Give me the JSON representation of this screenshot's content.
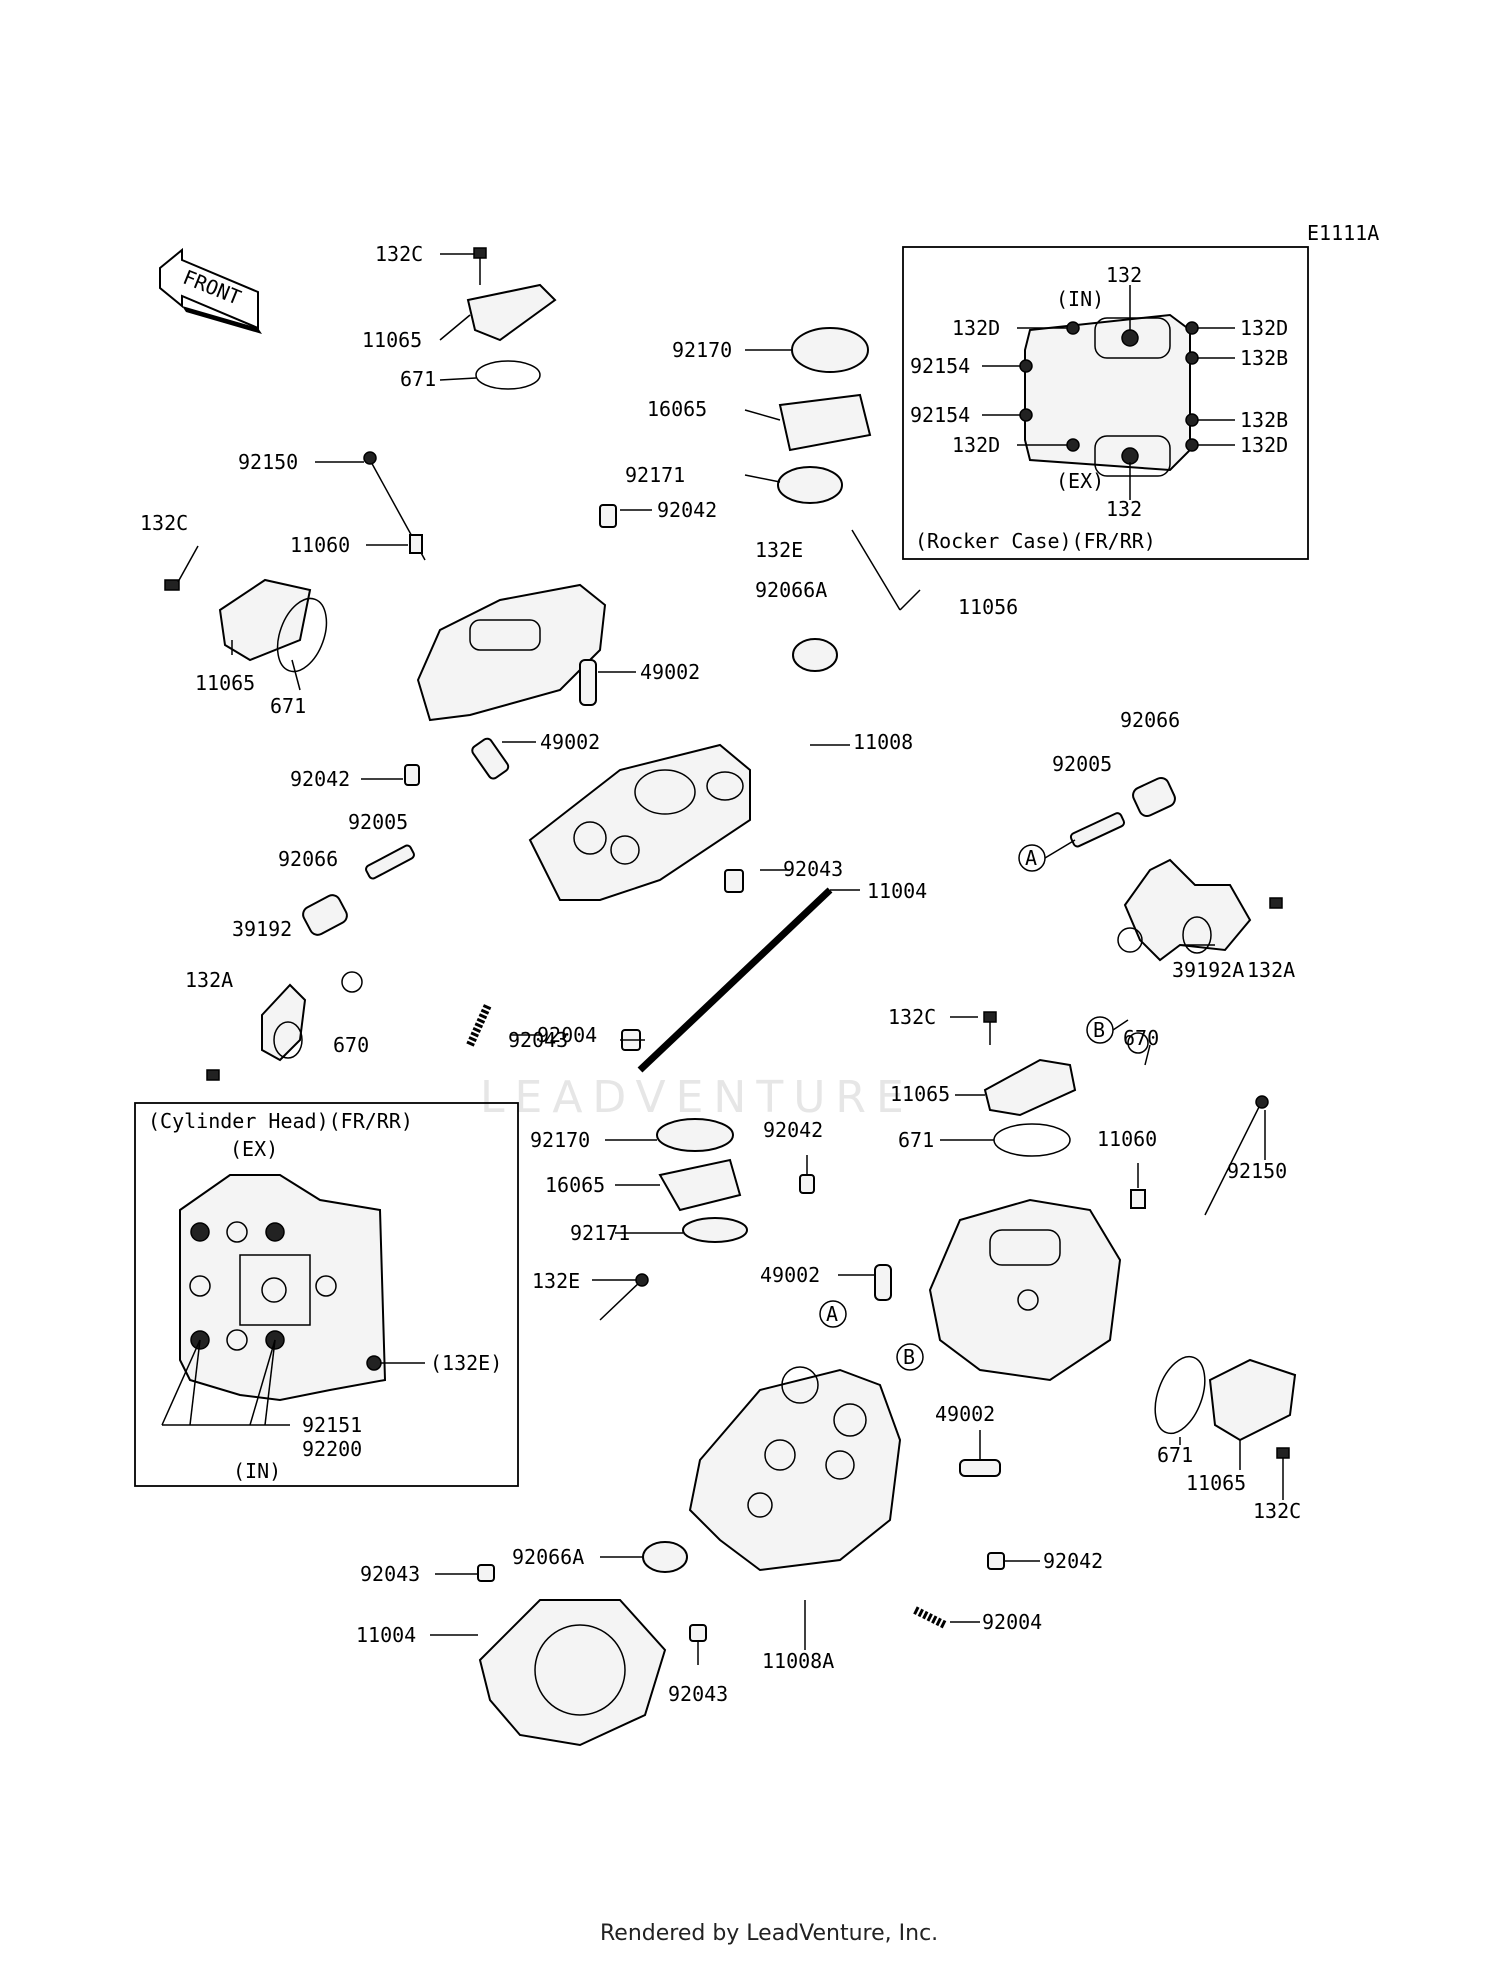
{
  "diagram_code": "E1111A",
  "front_arrow_label": "FRONT",
  "watermark": "LEADVENTURE",
  "footer": "Rendered by LeadVenture, Inc.",
  "rocker_inset": {
    "title": "(Rocker Case)(FR/RR)",
    "in_label": "(IN)",
    "ex_label": "(EX)",
    "labels": {
      "top_132": "132",
      "bottom_132": "132",
      "d_tl": "132D",
      "d_tr": "132D",
      "b_r1": "132B",
      "b_r2": "132B",
      "d_bl": "132D",
      "d_br": "132D",
      "p1": "92154",
      "p2": "92154"
    }
  },
  "cylinder_inset": {
    "title": "(Cylinder Head)(FR/RR)",
    "ex_label": "(EX)",
    "in_label": "(IN)",
    "label_132e": "(132E)",
    "label_92151": "92151",
    "label_92200": "92200"
  },
  "callouts": {
    "A1": "A",
    "B1": "B",
    "A2": "A",
    "B2": "B"
  },
  "parts": {
    "p_132c_top": "132C",
    "p_11065_top": "11065",
    "p_671_top": "671",
    "p_92170_top": "92170",
    "p_16065_top": "16065",
    "p_92171_top": "92171",
    "p_92150_left": "92150",
    "p_132c_left": "132C",
    "p_11060_left": "11060",
    "p_92042_top": "92042",
    "p_132e_top": "132E",
    "p_92066a_top": "92066A",
    "p_11056": "11056",
    "p_11065_left": "11065",
    "p_671_left": "671",
    "p_49002_a": "49002",
    "p_49002_b": "49002",
    "p_11008": "11008",
    "p_92066_right": "92066",
    "p_92005_right": "92005",
    "p_92042_left": "92042",
    "p_92005_left": "92005",
    "p_92066_left": "92066",
    "p_92043_a": "92043",
    "p_11004_top": "11004",
    "p_132a_right": "132A",
    "p_39192a": "39192A",
    "p_670_right": "670",
    "p_39192": "39192",
    "p_132a_left": "132A",
    "p_670_left": "670",
    "p_92043_b": "92043",
    "p_92004_top": "92004",
    "p_132c_mid": "132C",
    "p_11065_mid": "11065",
    "p_671_mid": "671",
    "p_11060_right": "11060",
    "p_92150_right": "92150",
    "p_92170_bot": "92170",
    "p_92042_mid": "92042",
    "p_16065_bot": "16065",
    "p_92171_bot": "92171",
    "p_132e_bot": "132E",
    "p_49002_c": "49002",
    "p_49002_d": "49002",
    "p_671_bot": "671",
    "p_11065_bot": "11065",
    "p_132c_bot": "132C",
    "p_92066a_bot": "92066A",
    "p_92043_c": "92043",
    "p_92042_bot": "92042",
    "p_11004_bot": "11004",
    "p_92004_bot": "92004",
    "p_92043_d": "92043",
    "p_11008a": "11008A"
  }
}
